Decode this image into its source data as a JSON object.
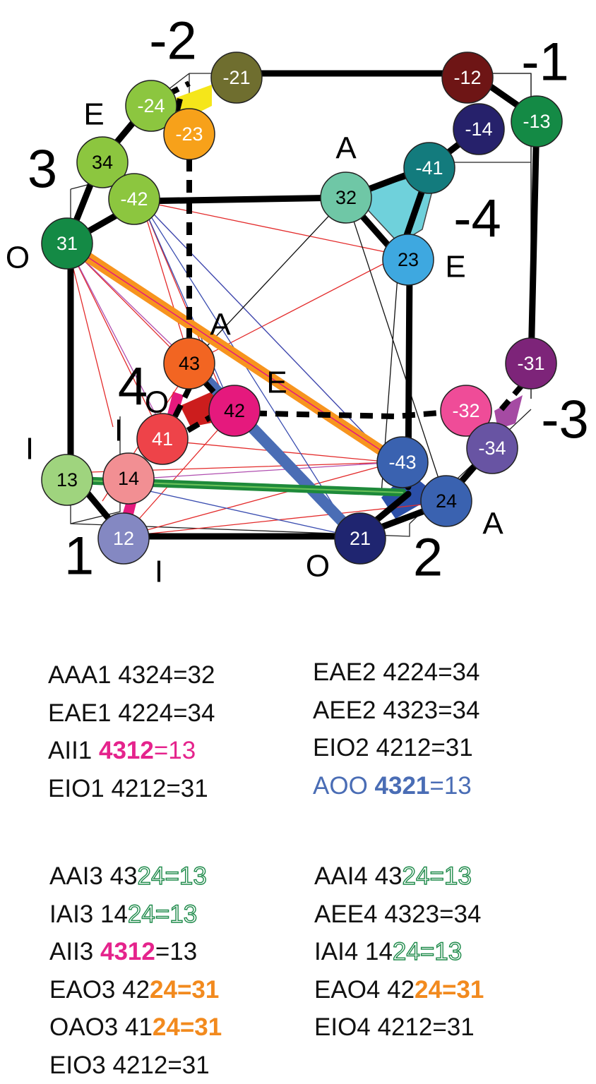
{
  "diagram": {
    "corner_labels": [
      "-2",
      "-1",
      "3",
      "-4",
      "4",
      "-3",
      "1",
      "2"
    ],
    "letter_labels": [
      "E",
      "A",
      "O",
      "E",
      "A",
      "E",
      "O",
      "I",
      "I",
      "A",
      "I",
      "O"
    ],
    "nodes": [
      {
        "label": "-21",
        "fill": "#6f6e2f",
        "text": "#ffffff"
      },
      {
        "label": "-12",
        "fill": "#6e1515",
        "text": "#ffffff"
      },
      {
        "label": "-24",
        "fill": "#8cc63f",
        "text": "#ffffff"
      },
      {
        "label": "-23",
        "fill": "#f7a11a",
        "text": "#ffffff"
      },
      {
        "label": "-14",
        "fill": "#26216b",
        "text": "#ffffff"
      },
      {
        "label": "-13",
        "fill": "#148a45",
        "text": "#ffffff"
      },
      {
        "label": "34",
        "fill": "#8cc63f",
        "text": "#000000"
      },
      {
        "label": "-41",
        "fill": "#137b7d",
        "text": "#ffffff"
      },
      {
        "label": "32",
        "fill": "#6fc7a6",
        "text": "#000000"
      },
      {
        "label": "-42",
        "fill": "#8cc63f",
        "text": "#ffffff"
      },
      {
        "label": "31",
        "fill": "#148a45",
        "text": "#ffffff"
      },
      {
        "label": "23",
        "fill": "#3ea8e0",
        "text": "#000000"
      },
      {
        "label": "-31",
        "fill": "#7d2479",
        "text": "#ffffff"
      },
      {
        "label": "43",
        "fill": "#f26522",
        "text": "#000000"
      },
      {
        "label": "42",
        "fill": "#e5197d",
        "text": "#000000"
      },
      {
        "label": "-32",
        "fill": "#ef4c98",
        "text": "#ffffff"
      },
      {
        "label": "41",
        "fill": "#ee4349",
        "text": "#ffffff"
      },
      {
        "label": "-34",
        "fill": "#6854a3",
        "text": "#ffffff"
      },
      {
        "label": "-43",
        "fill": "#3a62b0",
        "text": "#ffffff"
      },
      {
        "label": "13",
        "fill": "#9fd47e",
        "text": "#000000"
      },
      {
        "label": "14",
        "fill": "#f28f93",
        "text": "#000000"
      },
      {
        "label": "24",
        "fill": "#3a62b0",
        "text": "#000000"
      },
      {
        "label": "12",
        "fill": "#8488c2",
        "text": "#ffffff"
      },
      {
        "label": "21",
        "fill": "#1f2570",
        "text": "#ffffff"
      }
    ]
  },
  "lists": {
    "col1_top": [
      [
        {
          "t": "AAA1 4324=32",
          "s": "plain"
        }
      ],
      [
        {
          "t": "EAE1 4224=34",
          "s": "plain"
        }
      ],
      [
        {
          "t": "AII1 ",
          "s": "plain"
        },
        {
          "t": "4312",
          "s": "pink-bold"
        },
        {
          "t": "=13",
          "s": "pink"
        }
      ],
      [
        {
          "t": "EIO1 4212=31",
          "s": "plain"
        }
      ]
    ],
    "col2_top": [
      [
        {
          "t": "EAE2 4224=34",
          "s": "plain"
        }
      ],
      [
        {
          "t": "AEE2 4323=34",
          "s": "plain"
        }
      ],
      [
        {
          "t": "EIO2 4212=31",
          "s": "plain"
        }
      ],
      [
        {
          "t": "AOO ",
          "s": "blue"
        },
        {
          "t": "4321",
          "s": "blue-bold"
        },
        {
          "t": "=13",
          "s": "blue"
        }
      ]
    ],
    "col1_bottom": [
      [
        {
          "t": "AAI3 43",
          "s": "plain"
        },
        {
          "t": "24=13",
          "s": "green-outline"
        }
      ],
      [
        {
          "t": "IAI3 14",
          "s": "plain"
        },
        {
          "t": "24=13",
          "s": "green-outline"
        }
      ],
      [
        {
          "t": "AII3 ",
          "s": "plain"
        },
        {
          "t": "4312",
          "s": "pink-bold"
        },
        {
          "t": "=13",
          "s": "plain"
        }
      ],
      [
        {
          "t": "EAO3 42",
          "s": "plain"
        },
        {
          "t": "24=31",
          "s": "orange-bold"
        }
      ],
      [
        {
          "t": "OAO3 41",
          "s": "plain"
        },
        {
          "t": "24=31",
          "s": "orange-bold"
        }
      ],
      [
        {
          "t": "EIO3 4212=31",
          "s": "plain"
        }
      ]
    ],
    "col2_bottom": [
      [
        {
          "t": "AAI4 43",
          "s": "plain"
        },
        {
          "t": "24=13",
          "s": "green-outline"
        }
      ],
      [
        {
          "t": "AEE4 4323=34",
          "s": "plain"
        }
      ],
      [
        {
          "t": "IAI4 14",
          "s": "plain"
        },
        {
          "t": "24=13",
          "s": "green-outline"
        }
      ],
      [
        {
          "t": "EAO4 42",
          "s": "plain"
        },
        {
          "t": "24=31",
          "s": "orange-bold"
        }
      ],
      [
        {
          "t": "EIO4 4212=31",
          "s": "plain"
        }
      ]
    ]
  }
}
